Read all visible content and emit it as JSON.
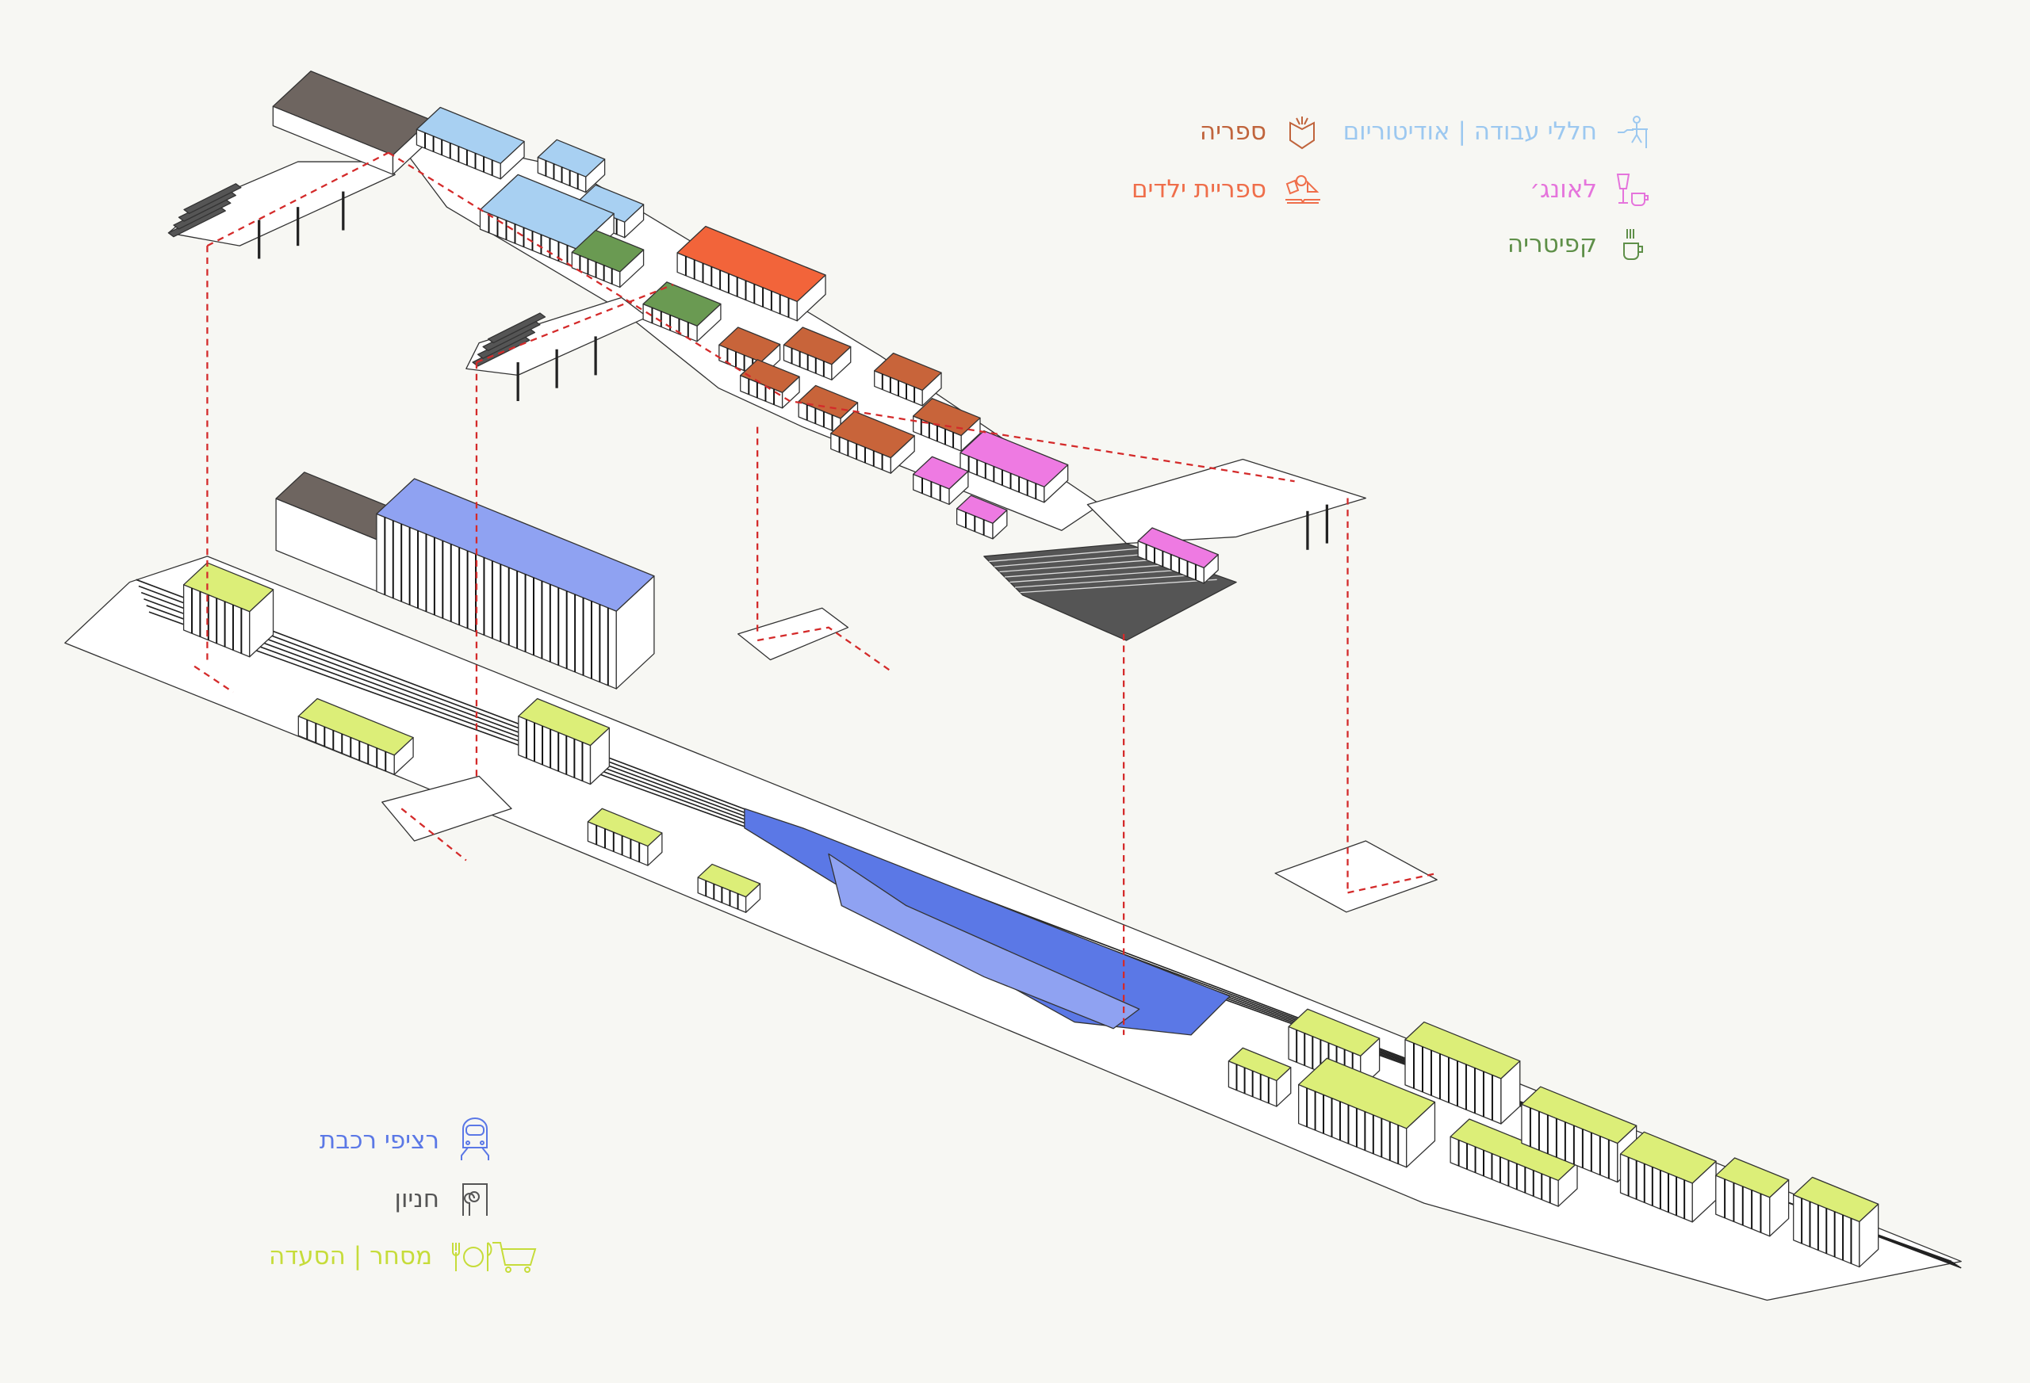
{
  "legend_upper": [
    {
      "id": "workspaces",
      "label": "חללי עבודה | אודיטוריום",
      "icon": "person-at-desk-icon",
      "color": "#9cc8f0"
    },
    {
      "id": "library",
      "label": "ספריה",
      "icon": "open-book-icon",
      "color": "#c0643c"
    },
    {
      "id": "lounge",
      "label": "לאונג׳",
      "icon": "wine-and-cup-icon",
      "color": "#e574dc"
    },
    {
      "id": "kids-library",
      "label": "ספריית ילדים",
      "icon": "reading-child-icon",
      "color": "#ef6e4a"
    },
    {
      "id": "cafeteria",
      "label": "קפיטריה",
      "icon": "steaming-cup-icon",
      "color": "#5e8f48"
    }
  ],
  "legend_lower": [
    {
      "id": "platforms",
      "label": "רציפי רכבת",
      "icon": "train-icon",
      "color": "#5b78e6"
    },
    {
      "id": "parking",
      "label": "חניון",
      "icon": "parking-icon",
      "color": "#555555"
    },
    {
      "id": "retail",
      "label": "מסחר | הסעדה",
      "icon": "cart-and-dining-icon",
      "color": "#c6dc3a"
    }
  ],
  "colors": {
    "background": "#f7f7f3",
    "slab": "#ffffff",
    "outline": "#333333",
    "connector": "#d42a2a",
    "roof": "#6e6560",
    "platform_blue": "#5b78e6",
    "workspace_blue": "#a8d0f2",
    "library_brown": "#c8643a",
    "kids_orange": "#f2643a",
    "lounge_pink": "#ee7ae2",
    "cafe_green": "#6a9a52",
    "retail_yellow": "#dcee78"
  }
}
